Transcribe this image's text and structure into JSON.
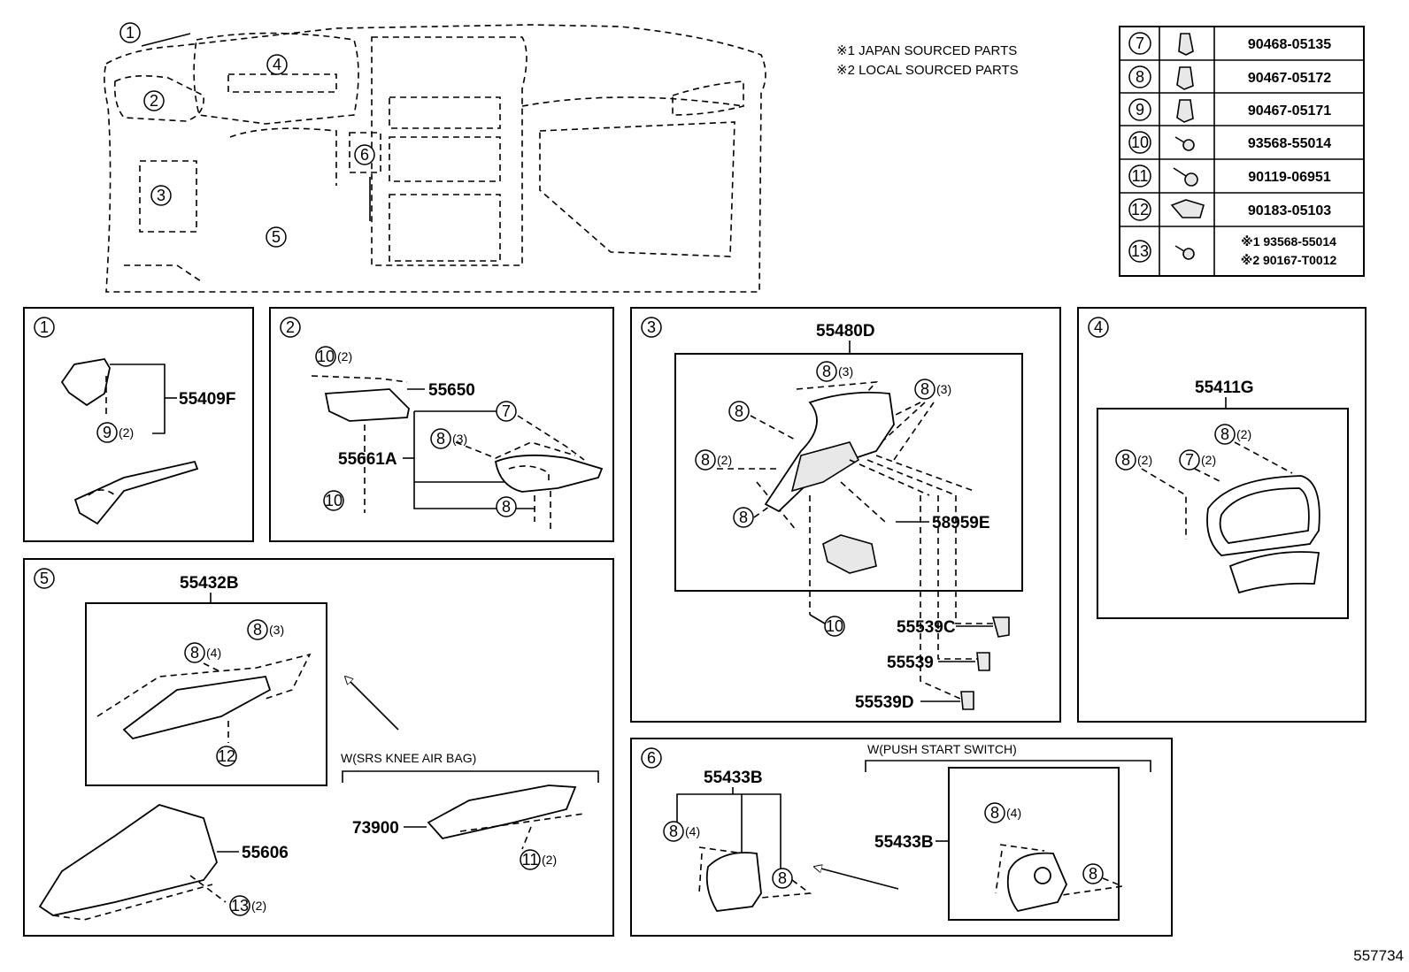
{
  "notes": [
    "※1 JAPAN SOURCED PARTS",
    "※2 LOCAL SOURCED PARTS"
  ],
  "overview_callouts": [
    "1",
    "2",
    "3",
    "4",
    "5",
    "6"
  ],
  "fastener_table": [
    {
      "ref": "7",
      "part_no": "90468-05135"
    },
    {
      "ref": "8",
      "part_no": "90467-05172"
    },
    {
      "ref": "9",
      "part_no": "90467-05171"
    },
    {
      "ref": "10",
      "part_no": "93568-55014"
    },
    {
      "ref": "11",
      "part_no": "90119-06951"
    },
    {
      "ref": "12",
      "part_no": "90183-05103"
    },
    {
      "ref": "13",
      "part_no_lines": [
        "※1 93568-55014",
        "※2 90167-T0012"
      ]
    }
  ],
  "panel1": {
    "num": "1",
    "part": "55409F",
    "fastener": "9",
    "qty": "(2)"
  },
  "panel2": {
    "num": "2",
    "parts": [
      "55650",
      "55661A"
    ],
    "fasteners": [
      {
        "ref": "10",
        "qty": "(2)"
      },
      {
        "ref": "7"
      },
      {
        "ref": "8",
        "qty": "(3)"
      },
      {
        "ref": "8"
      },
      {
        "ref": "10"
      }
    ]
  },
  "panel3": {
    "num": "3",
    "parts": [
      "55480D",
      "58959E",
      "55539C",
      "55539",
      "55539D"
    ],
    "fasteners": [
      {
        "ref": "8",
        "qty": "(3)"
      },
      {
        "ref": "8",
        "qty": "(3)"
      },
      {
        "ref": "8"
      },
      {
        "ref": "8",
        "qty": "(2)"
      },
      {
        "ref": "8"
      },
      {
        "ref": "10"
      }
    ]
  },
  "panel4": {
    "num": "4",
    "part": "55411G",
    "fasteners": [
      {
        "ref": "8",
        "qty": "(2)"
      },
      {
        "ref": "8",
        "qty": "(2)"
      },
      {
        "ref": "7",
        "qty": "(2)"
      }
    ]
  },
  "panel5": {
    "num": "5",
    "parts": [
      "55432B",
      "55606",
      "73900"
    ],
    "variant": "W(SRS KNEE AIR BAG)",
    "fasteners": [
      {
        "ref": "8",
        "qty": "(3)"
      },
      {
        "ref": "8",
        "qty": "(4)"
      },
      {
        "ref": "12"
      },
      {
        "ref": "13",
        "qty": "(2)"
      },
      {
        "ref": "11",
        "qty": "(2)"
      }
    ]
  },
  "panel6": {
    "num": "6",
    "parts": [
      "55433B",
      "55433B"
    ],
    "variant": "W(PUSH START SWITCH)",
    "fasteners": [
      {
        "ref": "8",
        "qty": "(4)"
      },
      {
        "ref": "8"
      },
      {
        "ref": "8",
        "qty": "(4)"
      },
      {
        "ref": "8"
      }
    ]
  },
  "diagram_id": "557734"
}
